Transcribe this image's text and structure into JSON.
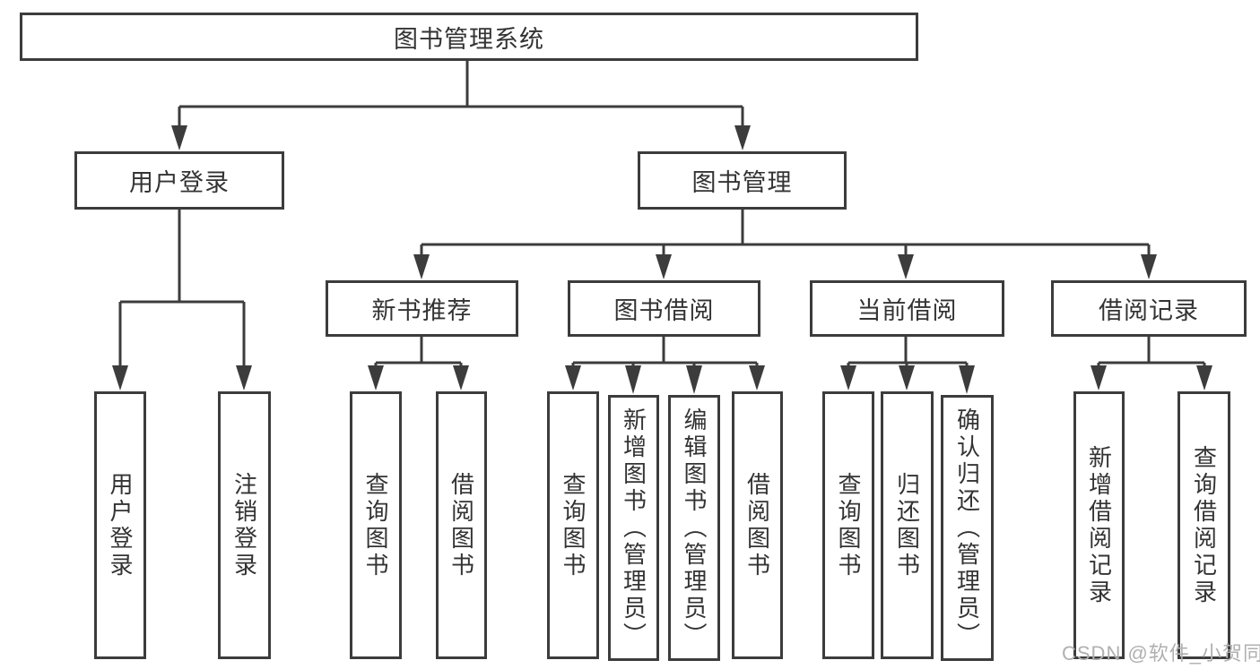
{
  "diagram": {
    "root": "图书管理系统",
    "level2": {
      "user": "用户登录",
      "book": "图书管理"
    },
    "level3": {
      "recommend": "新书推荐",
      "borrow": "图书借阅",
      "current": "当前借阅",
      "records": "借阅记录"
    },
    "leaves": {
      "user": [
        "用户登录",
        "注销登录"
      ],
      "recommend": [
        "查询图书",
        "借阅图书"
      ],
      "borrow": [
        "查询图书",
        "新增图书（管理员）",
        "编辑图书（管理员）",
        "借阅图书"
      ],
      "current": [
        "查询图书",
        "归还图书",
        "确认归还（管理员）"
      ],
      "records": [
        "新增借阅记录",
        "查询借阅记录"
      ]
    },
    "colors": {
      "line": "#3c3c3c",
      "text": "#333333",
      "watermark": "#b0b0b0",
      "background": "#ffffff"
    },
    "watermark": "CSDN @软件_小贺同学"
  }
}
